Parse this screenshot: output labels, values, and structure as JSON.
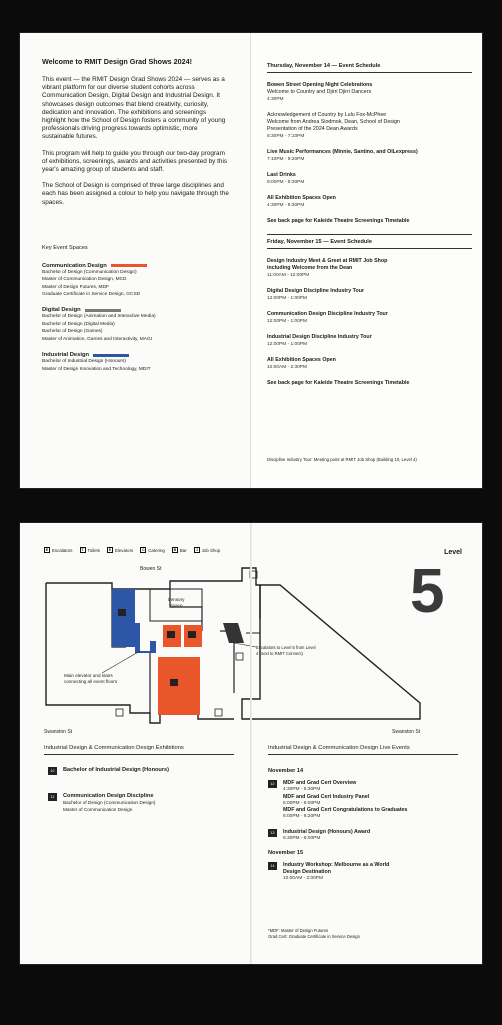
{
  "spread1": {
    "left": {
      "title": "Welcome to RMIT Design Grad Shows 2024!",
      "paragraphs": [
        "This event — the RMIT Design Grad Shows 2024 — serves as a vibrant platform for our diverse student cohorts across Communication Design, Digital Design and Industrial Design. It showcases design outcomes that blend creativity, curiosity, dedication and innovation. The exhibitions and screenings highlight how the School of Design fosters a community of young professionals driving progress towards optimistic, more sustainable futures.",
        "This program will help to guide you through our two-day program of exhibitions, screenings, awards and activities presented by this year's amazing group of students and staff.",
        "The School of Design is comprised of three large disciplines and each has been assigned a colour to help you navigate through the spaces."
      ],
      "key_title": "Key Event Spaces",
      "disciplines": [
        {
          "name": "Communication Design",
          "color": "#e8562a",
          "programs": [
            "Bachelor of Design (Communication Design)",
            "Master of Communication Design, MCD",
            "Master of Design Futures, MDF",
            "Graduate Certificate in Service Design, GCSD"
          ]
        },
        {
          "name": "Digital Design",
          "color": "#7a7a7a",
          "programs": [
            "Bachelor of Design (Animation and Interactive Media)",
            "Bachelor of Design (Digital Media)",
            "Bachelor of Design (Games)",
            "Master of Animation, Games and Interactivity, MAGI"
          ]
        },
        {
          "name": "Industrial Design",
          "color": "#2e56a6",
          "programs": [
            "Bachelor of Industrial Design (Honours)",
            "Master of Design Innovation and Technology, MDIT"
          ]
        }
      ]
    },
    "right": {
      "thursday_title": "Thursday, November 14 — Event Schedule",
      "thursday": [
        {
          "title": "Bowen Street Opening Night Celebrations",
          "time": ""
        },
        {
          "title": "Welcome to Country and Djirri Djirri Dancers",
          "time": "4:30PM"
        },
        {
          "title": "Acknowledgement of Country by Lulu Fox-McPhee",
          "time": ""
        },
        {
          "title": "Welcome from Andrea Siodmok, Dean, School of Design",
          "time": ""
        },
        {
          "title": "Presentation of the 2024 Dean Awards",
          "time": "6:30PM - 7:10PM"
        },
        {
          "title": "Live Music Performances (Minnie, Santino, and OiLexpress)",
          "time": "7:10PM - 9:20PM"
        },
        {
          "title": "Last Drinks",
          "time": "9:00PM - 9:30PM"
        },
        {
          "title": "All Exhibition Spaces Open",
          "time": "4:30PM - 9:30PM"
        }
      ],
      "thursday_note": "See back page for Kaleide Theatre Screenings Timetable",
      "friday_title": "Friday, November 15 — Event Schedule",
      "friday": [
        {
          "title": "Design Industry Meet & Greet at RMIT Job Shop",
          "title2": "including Welcome from the Dean",
          "time": "11:00AM - 12:00PM"
        },
        {
          "title": "Digital Design Discipline Industry Tour",
          "title2": "",
          "time": "12:00PM - 1:00PM"
        },
        {
          "title": "Communication Design Discipline Industry Tour",
          "title2": "",
          "time": "12:00PM - 1:00PM"
        },
        {
          "title": "Industrial Design Discipline Industry Tour",
          "title2": "",
          "time": "12:00PM - 1:00PM"
        },
        {
          "title": "All Exhibition Spaces Open",
          "title2": "",
          "time": "10:00AM - 2:30PM"
        }
      ],
      "friday_note": "See back page for Kaleide Theatre Screenings Timetable",
      "footnote": "Discipline Industry Tour: Meeting point at RMIT Job Shop (Building 10, Level 4)"
    }
  },
  "spread2": {
    "legend": [
      {
        "icon": "E",
        "label": "Escalators"
      },
      {
        "icon": "T",
        "label": "Toilets"
      },
      {
        "icon": "E",
        "label": "Elevators"
      },
      {
        "icon": "C",
        "label": "Catering"
      },
      {
        "icon": "B",
        "label": "Bar"
      },
      {
        "icon": "J",
        "label": "Job Shop"
      }
    ],
    "map": {
      "bowen_st": "Bowen St",
      "swanston_st_left": "Swanston St",
      "swanston_st_right": "Swanston St",
      "sensory_space": "Sensory Space",
      "main_elevator_note": "Main elevator and stairs connecting all event floors",
      "escalator_note": "Escalators to Level 5 from Level 4 (next to RMIT Connect)",
      "level_word": "Level",
      "level_number": "5",
      "colors": {
        "industrial": "#2e56a6",
        "communication": "#e8562a"
      }
    },
    "exhibitions": {
      "title": "Industrial Design & Communication Design Exhibitions",
      "items": [
        {
          "pin": "10",
          "name": "Bachelor of Industrial Design (Honours)",
          "sub": []
        },
        {
          "pin": "11",
          "name": "Communication Design Discipline",
          "sub": [
            "Bachelor of Design (Communication Design)",
            "Master of Communication Design"
          ]
        }
      ]
    },
    "live": {
      "title": "Industrial Design & Communication Design Live Events",
      "day1": "November 14",
      "day1_groups": [
        {
          "pin": "12",
          "events": [
            {
              "name": "MDF and Grad Cert Overview",
              "time": "4:30PM - 5:30PM"
            },
            {
              "name": "MDF and Grad Cert Industry Panel",
              "time": "5:00PM - 6:00PM"
            },
            {
              "name": "MDF and Grad Cert Congratulations to Graduates",
              "time": "6:00PM - 6:20PM"
            }
          ]
        },
        {
          "pin": "13",
          "events": [
            {
              "name": "Industrial Design (Honours) Award",
              "time": "5:30PM - 6:00PM"
            }
          ]
        }
      ],
      "day2": "November 15",
      "day2_groups": [
        {
          "pin": "14",
          "events": [
            {
              "name": "Industry Workshop: Melbourne as a World",
              "name2": "Design Destination",
              "time": "10:00AM - 2:00PM"
            }
          ]
        }
      ],
      "defs": [
        "*MDF: Master of Design Futures",
        "Grad Cert: Graduate Certificate in Service Design"
      ]
    }
  }
}
